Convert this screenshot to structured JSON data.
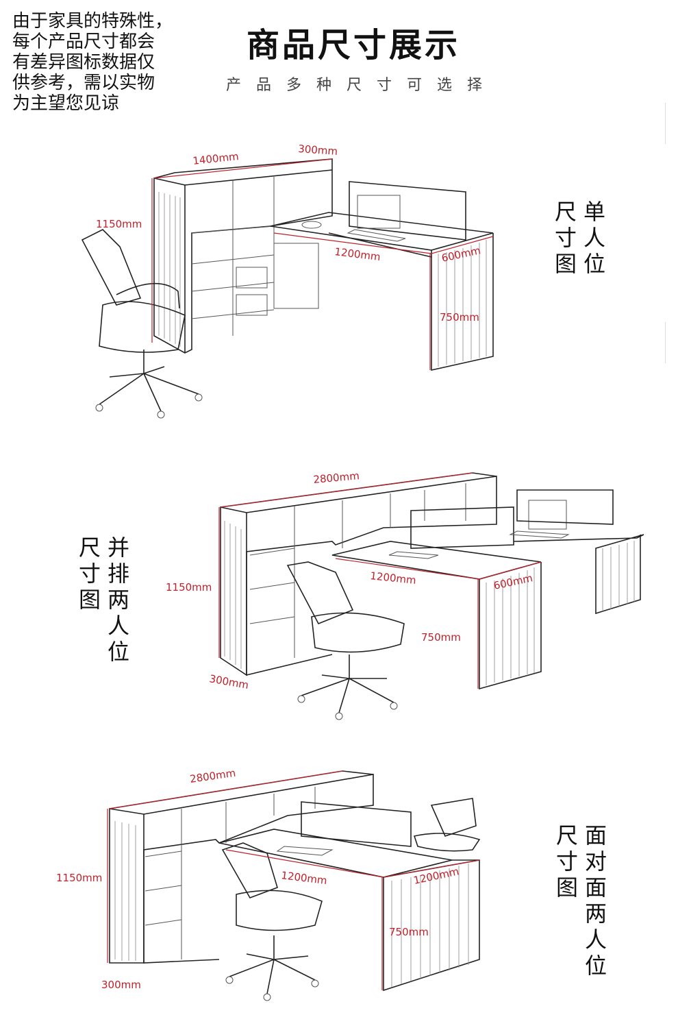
{
  "header": {
    "disclaimer_lines": [
      "由于家具的特殊性，",
      "每个产品尺寸都会",
      "有差异图标数据仅",
      "供参考，需以实物",
      "为主望您见谅"
    ],
    "title": "商品尺寸展示",
    "subtitle": "产品多种尺寸可选择"
  },
  "sections": [
    {
      "label_columns": [
        [
          "尺",
          "寸",
          "图"
        ],
        [
          "单",
          "人",
          "位"
        ]
      ],
      "dimensions": {
        "cabinet_length": "1400mm",
        "cabinet_depth": "300mm",
        "height": "1150mm",
        "desk_length": "1200mm",
        "desk_depth": "600mm",
        "desk_height": "750mm"
      }
    },
    {
      "label_columns": [
        [
          "尺",
          "寸",
          "图"
        ],
        [
          "并",
          "排",
          "两",
          "人",
          "位"
        ]
      ],
      "dimensions": {
        "cabinet_length": "2800mm",
        "height": "1150mm",
        "desk_length": "1200mm",
        "desk_depth": "600mm",
        "desk_height": "750mm",
        "cabinet_depth": "300mm"
      }
    },
    {
      "label_columns": [
        [
          "尺",
          "寸",
          "图"
        ],
        [
          "面",
          "对",
          "面",
          "两",
          "人",
          "位"
        ]
      ],
      "dimensions": {
        "cabinet_length": "2800mm",
        "height": "1150mm",
        "desk_length": "1200mm",
        "desk_length_2": "1200mm",
        "desk_height": "750mm",
        "cabinet_depth": "300mm"
      }
    }
  ]
}
